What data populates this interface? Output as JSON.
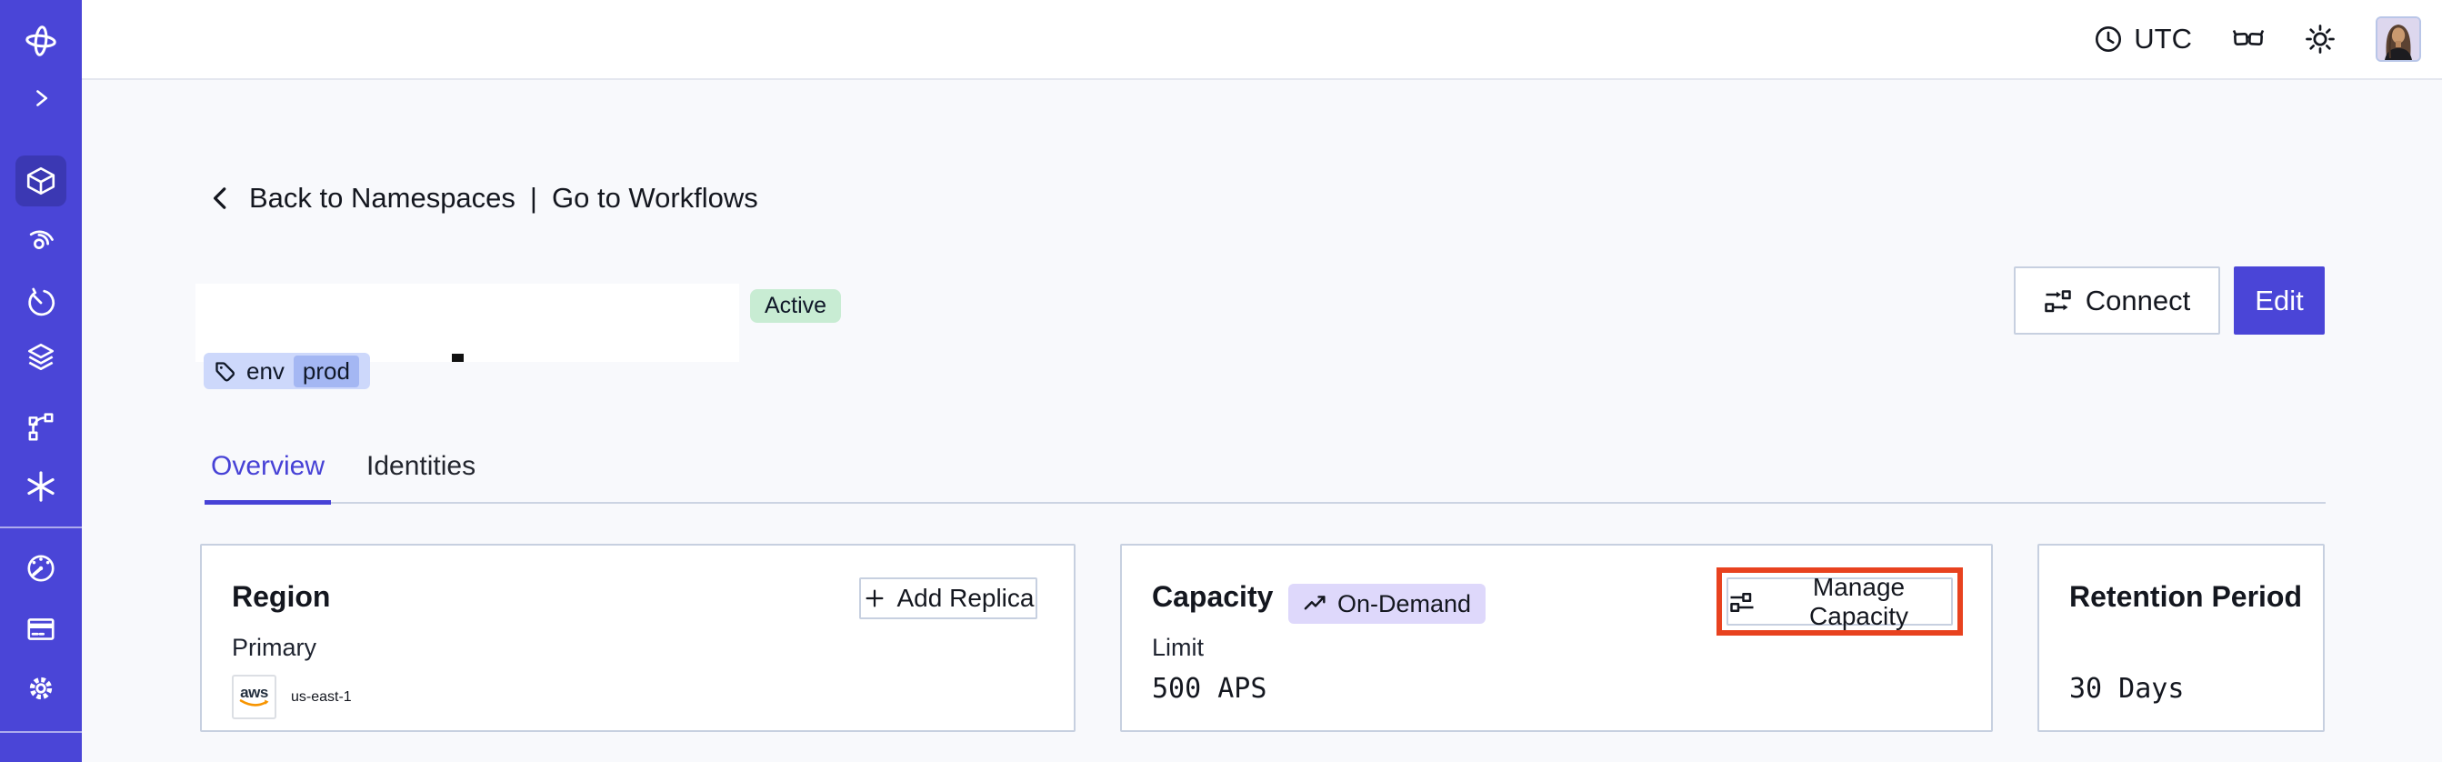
{
  "header": {
    "timezone": "UTC",
    "icons": [
      "clock-icon",
      "glasses-icon",
      "sun-icon",
      "avatar"
    ]
  },
  "sidebar": {
    "items": [
      {
        "icon": "temporal-logo-icon"
      },
      {
        "icon": "chevron-right-icon"
      },
      {
        "icon": "cube-icon",
        "active": true
      },
      {
        "icon": "spiral-icon"
      },
      {
        "icon": "timer-icon"
      },
      {
        "icon": "layers-icon"
      },
      {
        "icon": "branch-icon"
      },
      {
        "icon": "asterisk-icon"
      },
      {
        "icon": "gauge-icon"
      },
      {
        "icon": "billing-card-icon"
      },
      {
        "icon": "gear-icon"
      },
      {
        "icon": "profile-icon"
      }
    ]
  },
  "breadcrumb": {
    "back_label": "Back to Namespaces",
    "separator": "|",
    "forward_label": "Go to Workflows"
  },
  "namespace": {
    "status": "Active",
    "tag": {
      "key": "env",
      "value": "prod"
    }
  },
  "actions": {
    "connect": "Connect",
    "edit": "Edit"
  },
  "tabs": {
    "items": [
      {
        "label": "Overview"
      },
      {
        "label": "Identities"
      }
    ],
    "active_index": 0
  },
  "cards": {
    "region": {
      "title": "Region",
      "action_label": "Add Replica",
      "primary_label": "Primary",
      "provider_label": "aws",
      "region_value": "us-east-1"
    },
    "capacity": {
      "title": "Capacity",
      "badge_label": "On-Demand",
      "action_label": "Manage Capacity",
      "limit_label": "Limit",
      "limit_value": "500 APS",
      "action_highlighted": true
    },
    "retention": {
      "title": "Retention Period",
      "value": "30 Days"
    }
  },
  "colors": {
    "sidebar_bg": "#4a45d7",
    "sidebar_active_bg": "#3b38b3",
    "accent_indigo": "#4742d6",
    "status_active_bg": "#c8ecd3",
    "tag_bg": "#cdd8fb",
    "tag_inner_bg": "#a4b7f3",
    "ondemand_bg": "#ded8fb",
    "annotation_red": "#e8421f",
    "page_bg": "#f8f9fc",
    "border": "#c7d0e0",
    "aws_orange": "#f79400"
  }
}
